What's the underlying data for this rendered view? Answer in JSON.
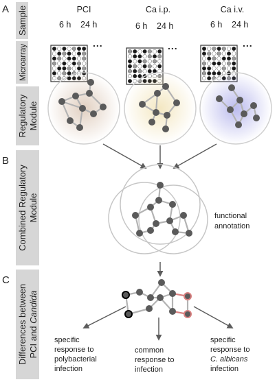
{
  "panels": {
    "a": "A",
    "b": "B",
    "c": "C"
  },
  "row_labels": {
    "sample": "Sample",
    "microarray": "Microarray",
    "regulatory_line1": "Regulatory",
    "regulatory_line2": "Module",
    "combined_line1": "Combined Regulatory",
    "combined_line2": "Module",
    "differences_line1": "Differences between",
    "differences_line2a": "PCI and ",
    "differences_line2b": "Candida"
  },
  "conditions": [
    {
      "name": "PCI",
      "t1": "6 h",
      "t2": "24 h",
      "tint": "#c9a98e"
    },
    {
      "name": "Ca i.p.",
      "t1": "6 h",
      "t2": "24 h",
      "tint": "#ecd89a"
    },
    {
      "name": "Ca i.v.",
      "t1": "6 h",
      "t2": "24 h",
      "tint": "#9f9fe6"
    }
  ],
  "ellipsis": "...",
  "functional_annotation_1": "functional",
  "functional_annotation_2": "annotation",
  "outcomes": {
    "left": [
      "specific",
      "response to",
      "polybacterial",
      "infection"
    ],
    "middle": [
      "common",
      "response to",
      "infection"
    ],
    "right_1": "specific",
    "right_2": "response to",
    "right_3a": "C. albicans",
    "right_4": "infection"
  },
  "colors": {
    "node": "#5a5a5a",
    "edge": "#b3b3b3",
    "arrow": "#5c5c5c",
    "label_bg": "#d6d6d6",
    "highlight_red": "#d98080"
  }
}
